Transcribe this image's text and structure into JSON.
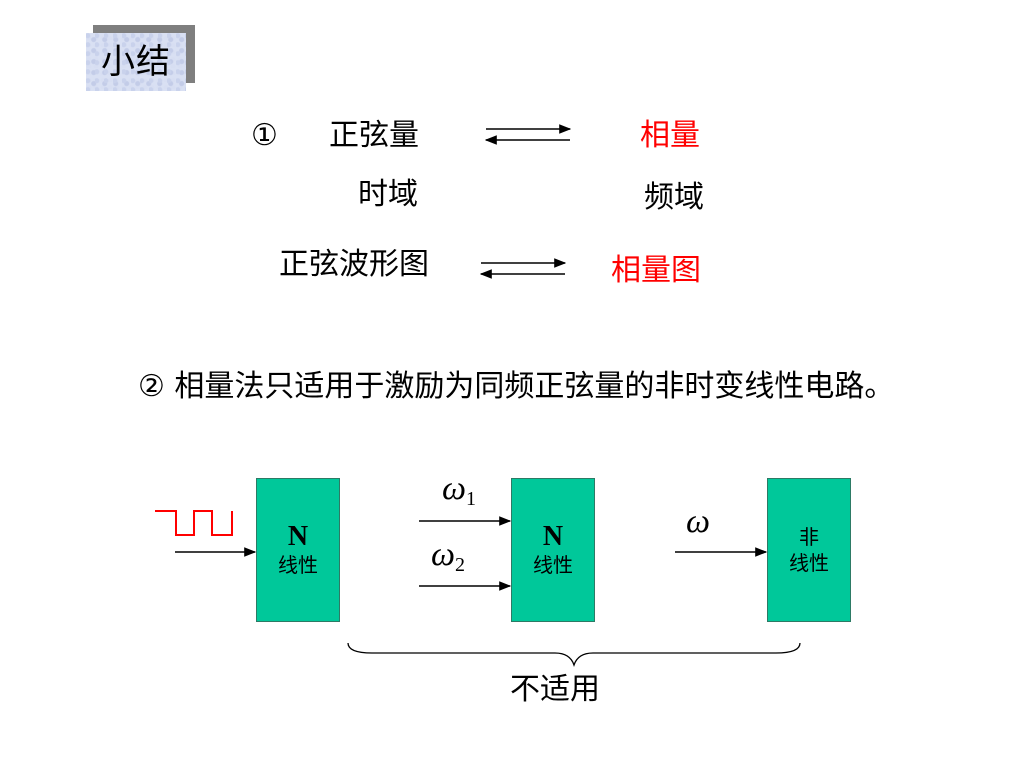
{
  "title": "小结",
  "section1": {
    "marker": "①",
    "row1_left": "正弦量",
    "row1_right": "相量",
    "row2_left": "时域",
    "row2_right": "频域",
    "row3_left": "正弦波形图",
    "row3_right": "相量图"
  },
  "section2": {
    "text": "② 相量法只适用于激励为同频正弦量的非时变线性电路。"
  },
  "diagram": {
    "box1": {
      "line1": "N",
      "line2": "线性"
    },
    "box2": {
      "line1": "N",
      "line2": "线性"
    },
    "box3": {
      "line1": "非",
      "line2": "线性"
    },
    "omega1": {
      "symbol": "ω",
      "sub": "1"
    },
    "omega2": {
      "symbol": "ω",
      "sub": "2"
    },
    "omega3": {
      "symbol": "ω"
    },
    "caption": "不适用"
  },
  "colors": {
    "highlight": "#ff0000",
    "box_fill": "#00c89a"
  }
}
